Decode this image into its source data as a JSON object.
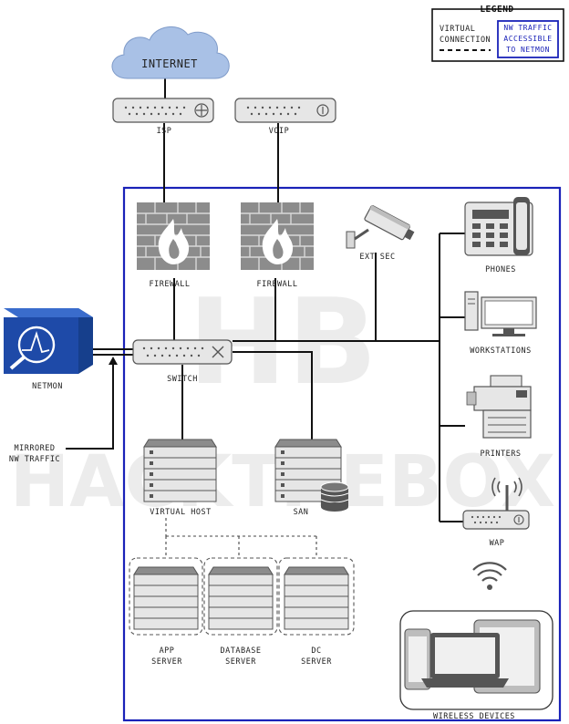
{
  "legend": {
    "title": "LEGEND",
    "virtual_line1": "VIRTUAL",
    "virtual_line2": "CONNECTION",
    "nw_line1": "NW TRAFFIC",
    "nw_line2": "ACCESSIBLE",
    "nw_line3": "TO NETMON"
  },
  "nodes": {
    "internet": "INTERNET",
    "isp": "ISP",
    "voip": "VOIP",
    "firewall_1": "FIREWALL",
    "firewall_2": "FIREWALL",
    "ext_sec": "EXT SEC",
    "phones": "PHONES",
    "workstations": "WORKSTATIONS",
    "printers": "PRINTERS",
    "wap": "WAP",
    "netmon": "NETMON",
    "switch": "SWITCH",
    "mirrored_line1": "MIRRORED",
    "mirrored_line2": "NW TRAFFIC",
    "virtual_host": "VIRTUAL HOST",
    "san": "SAN",
    "app_server_line1": "APP",
    "app_server_line2": "SERVER",
    "db_server_line1": "DATABASE",
    "db_server_line2": "SERVER",
    "dc_server_line1": "DC",
    "dc_server_line2": "SERVER",
    "wireless_devices": "WIRELESS DEVICES"
  },
  "watermark": {
    "line1": "HB",
    "line2": "HACKTHEBOX"
  },
  "colors": {
    "accent_blue": "#1a22b8",
    "cloud": "#a9c1e6",
    "device_gray": "#e6e6e6",
    "firewall_gray": "#8c8c8c",
    "netmon_blue": "#1e4aa8"
  }
}
